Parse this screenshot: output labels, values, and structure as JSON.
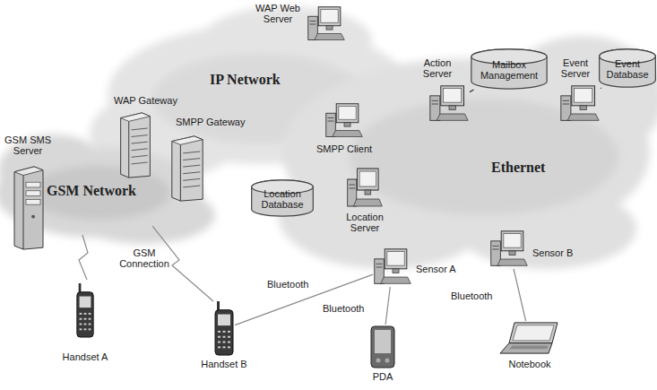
{
  "diagram": {
    "nodes": [
      {
        "text": [
          "WAP Web Server"
        ]
      },
      {
        "text": [
          "WAP Gateway"
        ]
      },
      {
        "text": [
          "SMPP Gateway"
        ]
      },
      {
        "text": [
          "GSM SMS Server"
        ]
      },
      {
        "text": [
          "SMPP Client"
        ]
      },
      {
        "text": [
          "Action Server"
        ]
      },
      {
        "text": [
          "Mailbox Management"
        ]
      },
      {
        "text": [
          "Event Server"
        ]
      },
      {
        "text": [
          "Event Database"
        ]
      },
      {
        "text": [
          "Location Database"
        ]
      },
      {
        "text": [
          "Location Server"
        ]
      },
      {
        "text": [
          "Sensor A"
        ]
      },
      {
        "text": [
          "Sensor B"
        ]
      },
      {
        "text": [
          "Handset A"
        ]
      },
      {
        "text": [
          "Handset B"
        ]
      },
      {
        "text": [
          "PDA"
        ]
      },
      {
        "text": [
          "Notebook"
        ]
      }
    ],
    "edges": [
      {
        "from": 5,
        "to": 6,
        "arrow": "none"
      },
      {
        "from": 7,
        "to": 8,
        "arrow": "none"
      },
      {
        "from": 14,
        "to": 11,
        "label": "Bluetooth",
        "arrow": "none"
      },
      {
        "from": 11,
        "to": 15,
        "label": "Bluetooth",
        "arrow": "none"
      },
      {
        "from": 12,
        "to": 16,
        "label": "Bluetooth",
        "arrow": "none"
      }
    ],
    "labels": [
      "IP Network",
      "GSM Network",
      "Ethernet",
      "GSM Connection"
    ]
  }
}
